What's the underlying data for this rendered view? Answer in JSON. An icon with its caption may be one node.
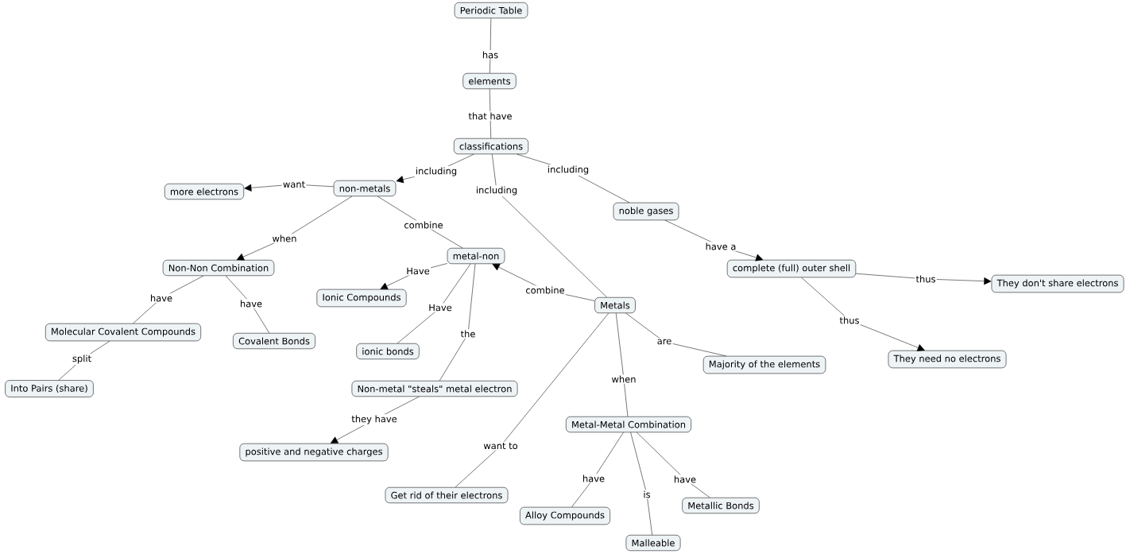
{
  "diagram": {
    "nodes": [
      {
        "text": [
          "Periodic Table"
        ]
      },
      {
        "text": [
          "elements"
        ]
      },
      {
        "text": [
          "classifications"
        ]
      },
      {
        "text": [
          "non-metals"
        ]
      },
      {
        "text": [
          "more electrons"
        ]
      },
      {
        "text": [
          "noble gases"
        ]
      },
      {
        "text": [
          "Non-Non Combination"
        ]
      },
      {
        "text": [
          "metal-non"
        ]
      },
      {
        "text": [
          "complete (full) outer shell"
        ]
      },
      {
        "text": [
          "They don't share electrons"
        ]
      },
      {
        "text": [
          "Ionic Compounds"
        ]
      },
      {
        "text": [
          "Metals"
        ]
      },
      {
        "text": [
          "Molecular Covalent Compounds"
        ]
      },
      {
        "text": [
          "Covalent Bonds"
        ]
      },
      {
        "text": [
          "ionic bonds"
        ]
      },
      {
        "text": [
          "Majority of the elements"
        ]
      },
      {
        "text": [
          "They need no electrons"
        ]
      },
      {
        "text": [
          "Into Pairs (share)"
        ]
      },
      {
        "text": [
          "Non-metal \"steals\" metal electron"
        ]
      },
      {
        "text": [
          "Metal-Metal Combination"
        ]
      },
      {
        "text": [
          "positive and negative charges"
        ]
      },
      {
        "text": [
          "Get rid of their electrons"
        ]
      },
      {
        "text": [
          "Alloy Compounds"
        ]
      },
      {
        "text": [
          "Metallic Bonds"
        ]
      },
      {
        "text": [
          "Malleable"
        ]
      }
    ],
    "edges": [
      {
        "from": 0,
        "to": 1,
        "arrow": "none",
        "label": "has"
      },
      {
        "from": 1,
        "to": 2,
        "arrow": "none",
        "label": "that have"
      },
      {
        "from": 2,
        "to": 3,
        "arrow": "to",
        "label": "including"
      },
      {
        "from": 2,
        "to": 11,
        "arrow": "none",
        "label": "including"
      },
      {
        "from": 2,
        "to": 5,
        "arrow": "none",
        "label": "including"
      },
      {
        "from": 3,
        "to": 4,
        "arrow": "to",
        "label": "want"
      },
      {
        "from": 3,
        "to": 6,
        "arrow": "to",
        "label": "when"
      },
      {
        "from": 3,
        "to": 7,
        "arrow": "none",
        "label": "combine"
      },
      {
        "from": 5,
        "to": 8,
        "arrow": "to",
        "label": "have a"
      },
      {
        "from": 7,
        "to": 10,
        "arrow": "to",
        "label": "Have"
      },
      {
        "from": 7,
        "to": 14,
        "arrow": "none",
        "label": "Have"
      },
      {
        "from": 7,
        "to": 18,
        "arrow": "none",
        "label": "the"
      },
      {
        "from": 11,
        "to": 7,
        "arrow": "to",
        "label": "combine"
      },
      {
        "from": 8,
        "to": 9,
        "arrow": "to",
        "label": "thus"
      },
      {
        "from": 8,
        "to": 16,
        "arrow": "to",
        "label": "thus"
      },
      {
        "from": 11,
        "to": 15,
        "arrow": "none",
        "label": "are"
      },
      {
        "from": 11,
        "to": 19,
        "arrow": "none",
        "label": "when"
      },
      {
        "from": 11,
        "to": 21,
        "arrow": "none",
        "label": "want to"
      },
      {
        "from": 6,
        "to": 12,
        "arrow": "none",
        "label": "have"
      },
      {
        "from": 6,
        "to": 13,
        "arrow": "none",
        "label": "have"
      },
      {
        "from": 12,
        "to": 17,
        "arrow": "none",
        "label": "split"
      },
      {
        "from": 18,
        "to": 20,
        "arrow": "to",
        "label": "they have"
      },
      {
        "from": 19,
        "to": 22,
        "arrow": "none",
        "label": "have"
      },
      {
        "from": 19,
        "to": 24,
        "arrow": "none",
        "label": "is"
      },
      {
        "from": 19,
        "to": 23,
        "arrow": "none",
        "label": "have"
      }
    ]
  }
}
